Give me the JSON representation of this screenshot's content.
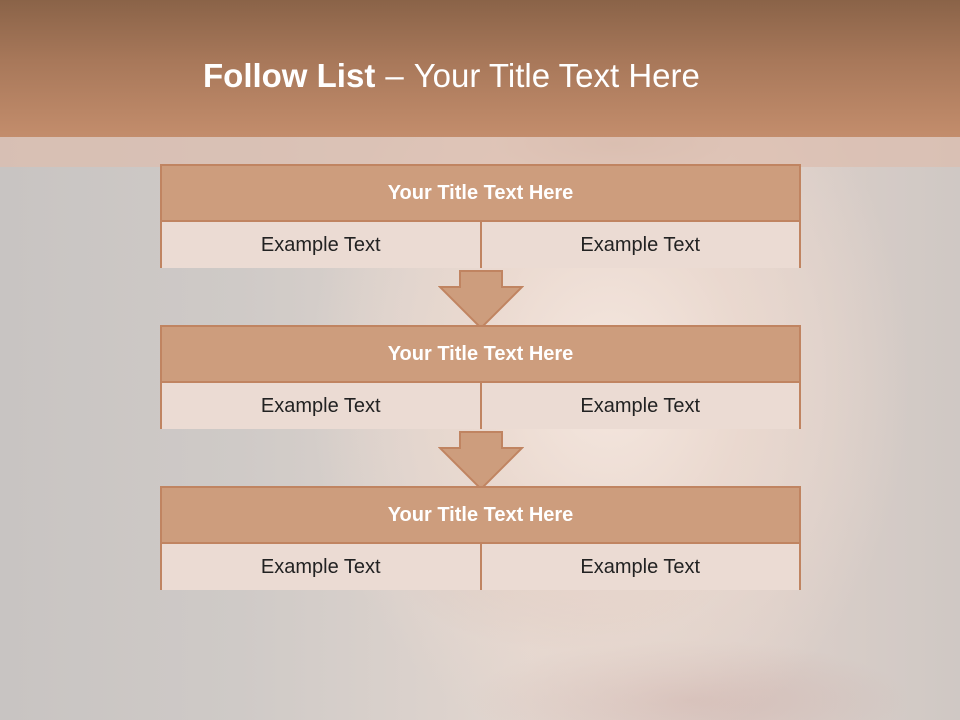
{
  "slide": {
    "title_bold": "Follow List",
    "title_sep": "–",
    "title_rest": "Your Title Text Here"
  },
  "blocks": [
    {
      "title": "Your Title Text Here",
      "cells": [
        "Example Text",
        "Example Text"
      ]
    },
    {
      "title": "Your Title Text Here",
      "cells": [
        "Example Text",
        "Example Text"
      ]
    },
    {
      "title": "Your Title Text Here",
      "cells": [
        "Example Text",
        "Example Text"
      ]
    }
  ],
  "colors": {
    "header": "#a8785a",
    "block_title": "#cd9d7d",
    "cell": "#ebdbd3",
    "border": "#c08461"
  }
}
